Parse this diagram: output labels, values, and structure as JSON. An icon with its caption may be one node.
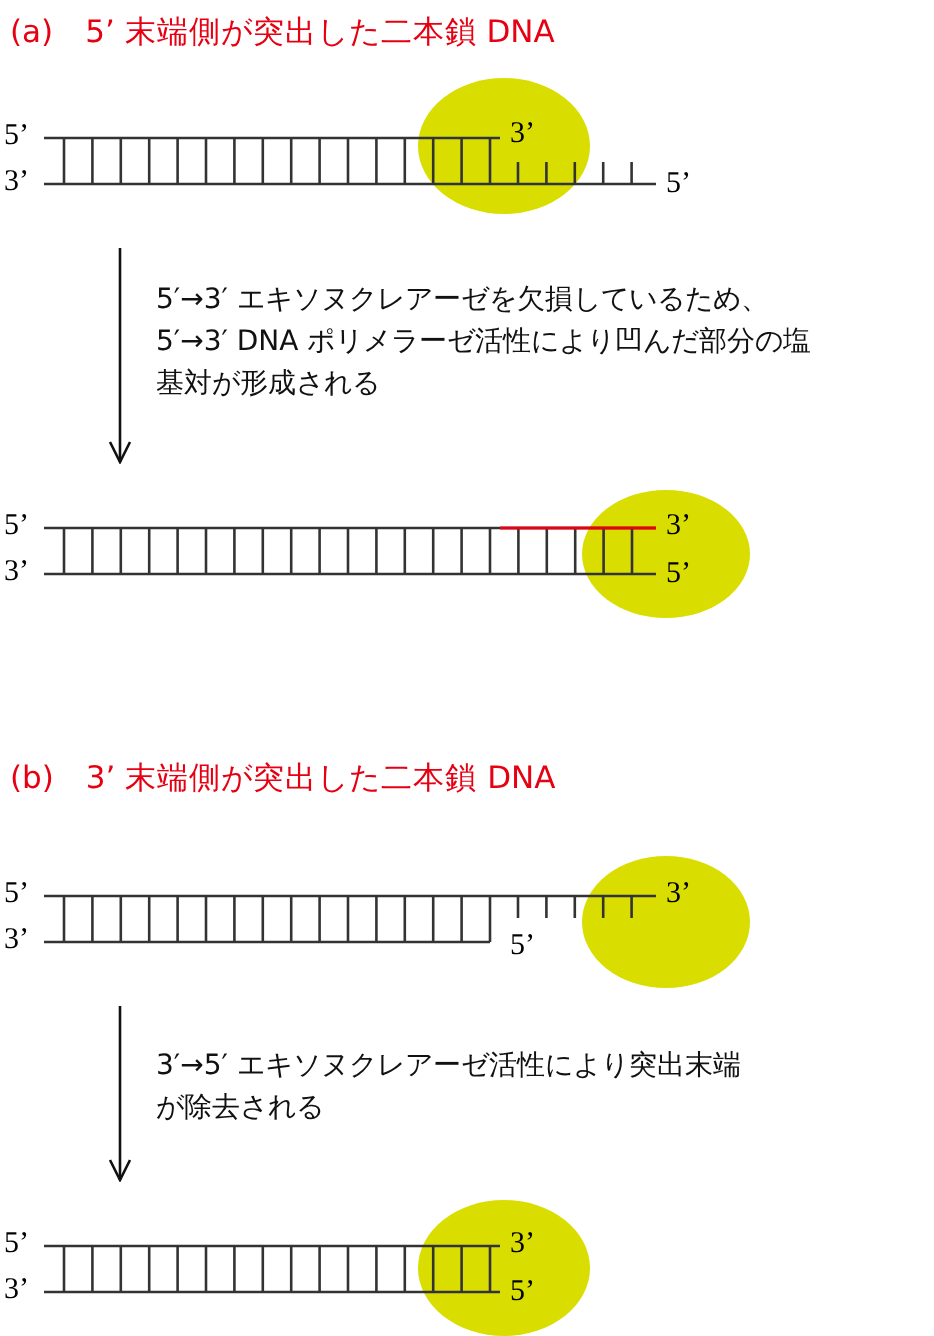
{
  "diagram": {
    "nodes": [
      {
        "text": [
          "5’",
          "3’",
          "3’",
          "5’"
        ]
      },
      {
        "text": [
          "5’",
          "3’",
          "3’",
          "5’"
        ]
      },
      {
        "text": [
          "5’",
          "3’",
          "3’",
          "5’"
        ]
      },
      {
        "text": [
          "5’",
          "3’",
          "3’",
          "5’"
        ]
      }
    ],
    "edges": [
      {
        "from": 0,
        "to": 1,
        "arrow": "to",
        "label": "5′→3′ エキソヌクレアーゼを欠損しているため、5′→3′ DNA ポリメラーゼ活性により凹んだ部分の塩基対が形成される"
      },
      {
        "from": 2,
        "to": 3,
        "arrow": "to",
        "label": "3′→5′ エキソヌクレアーゼ活性により突出末端が除去される"
      }
    ],
    "labels": [
      "(a)　5’ 末端側が突出した二本鎖 DNA",
      "(b)　3’ 末端側が突出した二本鎖 DNA"
    ]
  }
}
